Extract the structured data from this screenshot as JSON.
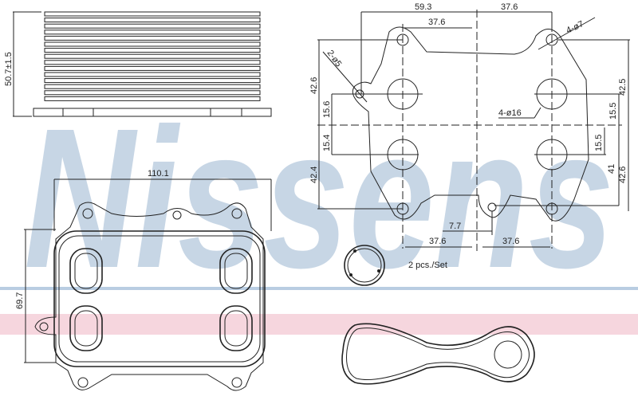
{
  "watermark": {
    "brand": "Nissens",
    "color": "#c7d6e5",
    "band_color": "#f6d6de",
    "stripe_color": "#b9cde2"
  },
  "side_view": {
    "height_label": "50.7±1.5"
  },
  "front_view": {
    "width_label": "110.1",
    "height_label": "69.7"
  },
  "gasket_drawing": {
    "top_left": "59.3",
    "top_right": "37.6",
    "top_inner": "37.6",
    "bolt_holes": "4-ø7",
    "pin_holes": "2-ø5",
    "ports": "4-ø16",
    "left_upper": "42.6",
    "left_mid_upper": "15.6",
    "left_mid_lower": "15.4",
    "left_lower": "42.4",
    "right_upper": "42.5",
    "right_mid_upper": "15.5",
    "right_mid_lower": "15.5",
    "right_lower_inner": "41",
    "right_lower_outer": "42.6",
    "bottom_offset": "7.7",
    "bottom_left": "37.6",
    "bottom_right": "37.6"
  },
  "seal_note": "2 pcs./Set"
}
